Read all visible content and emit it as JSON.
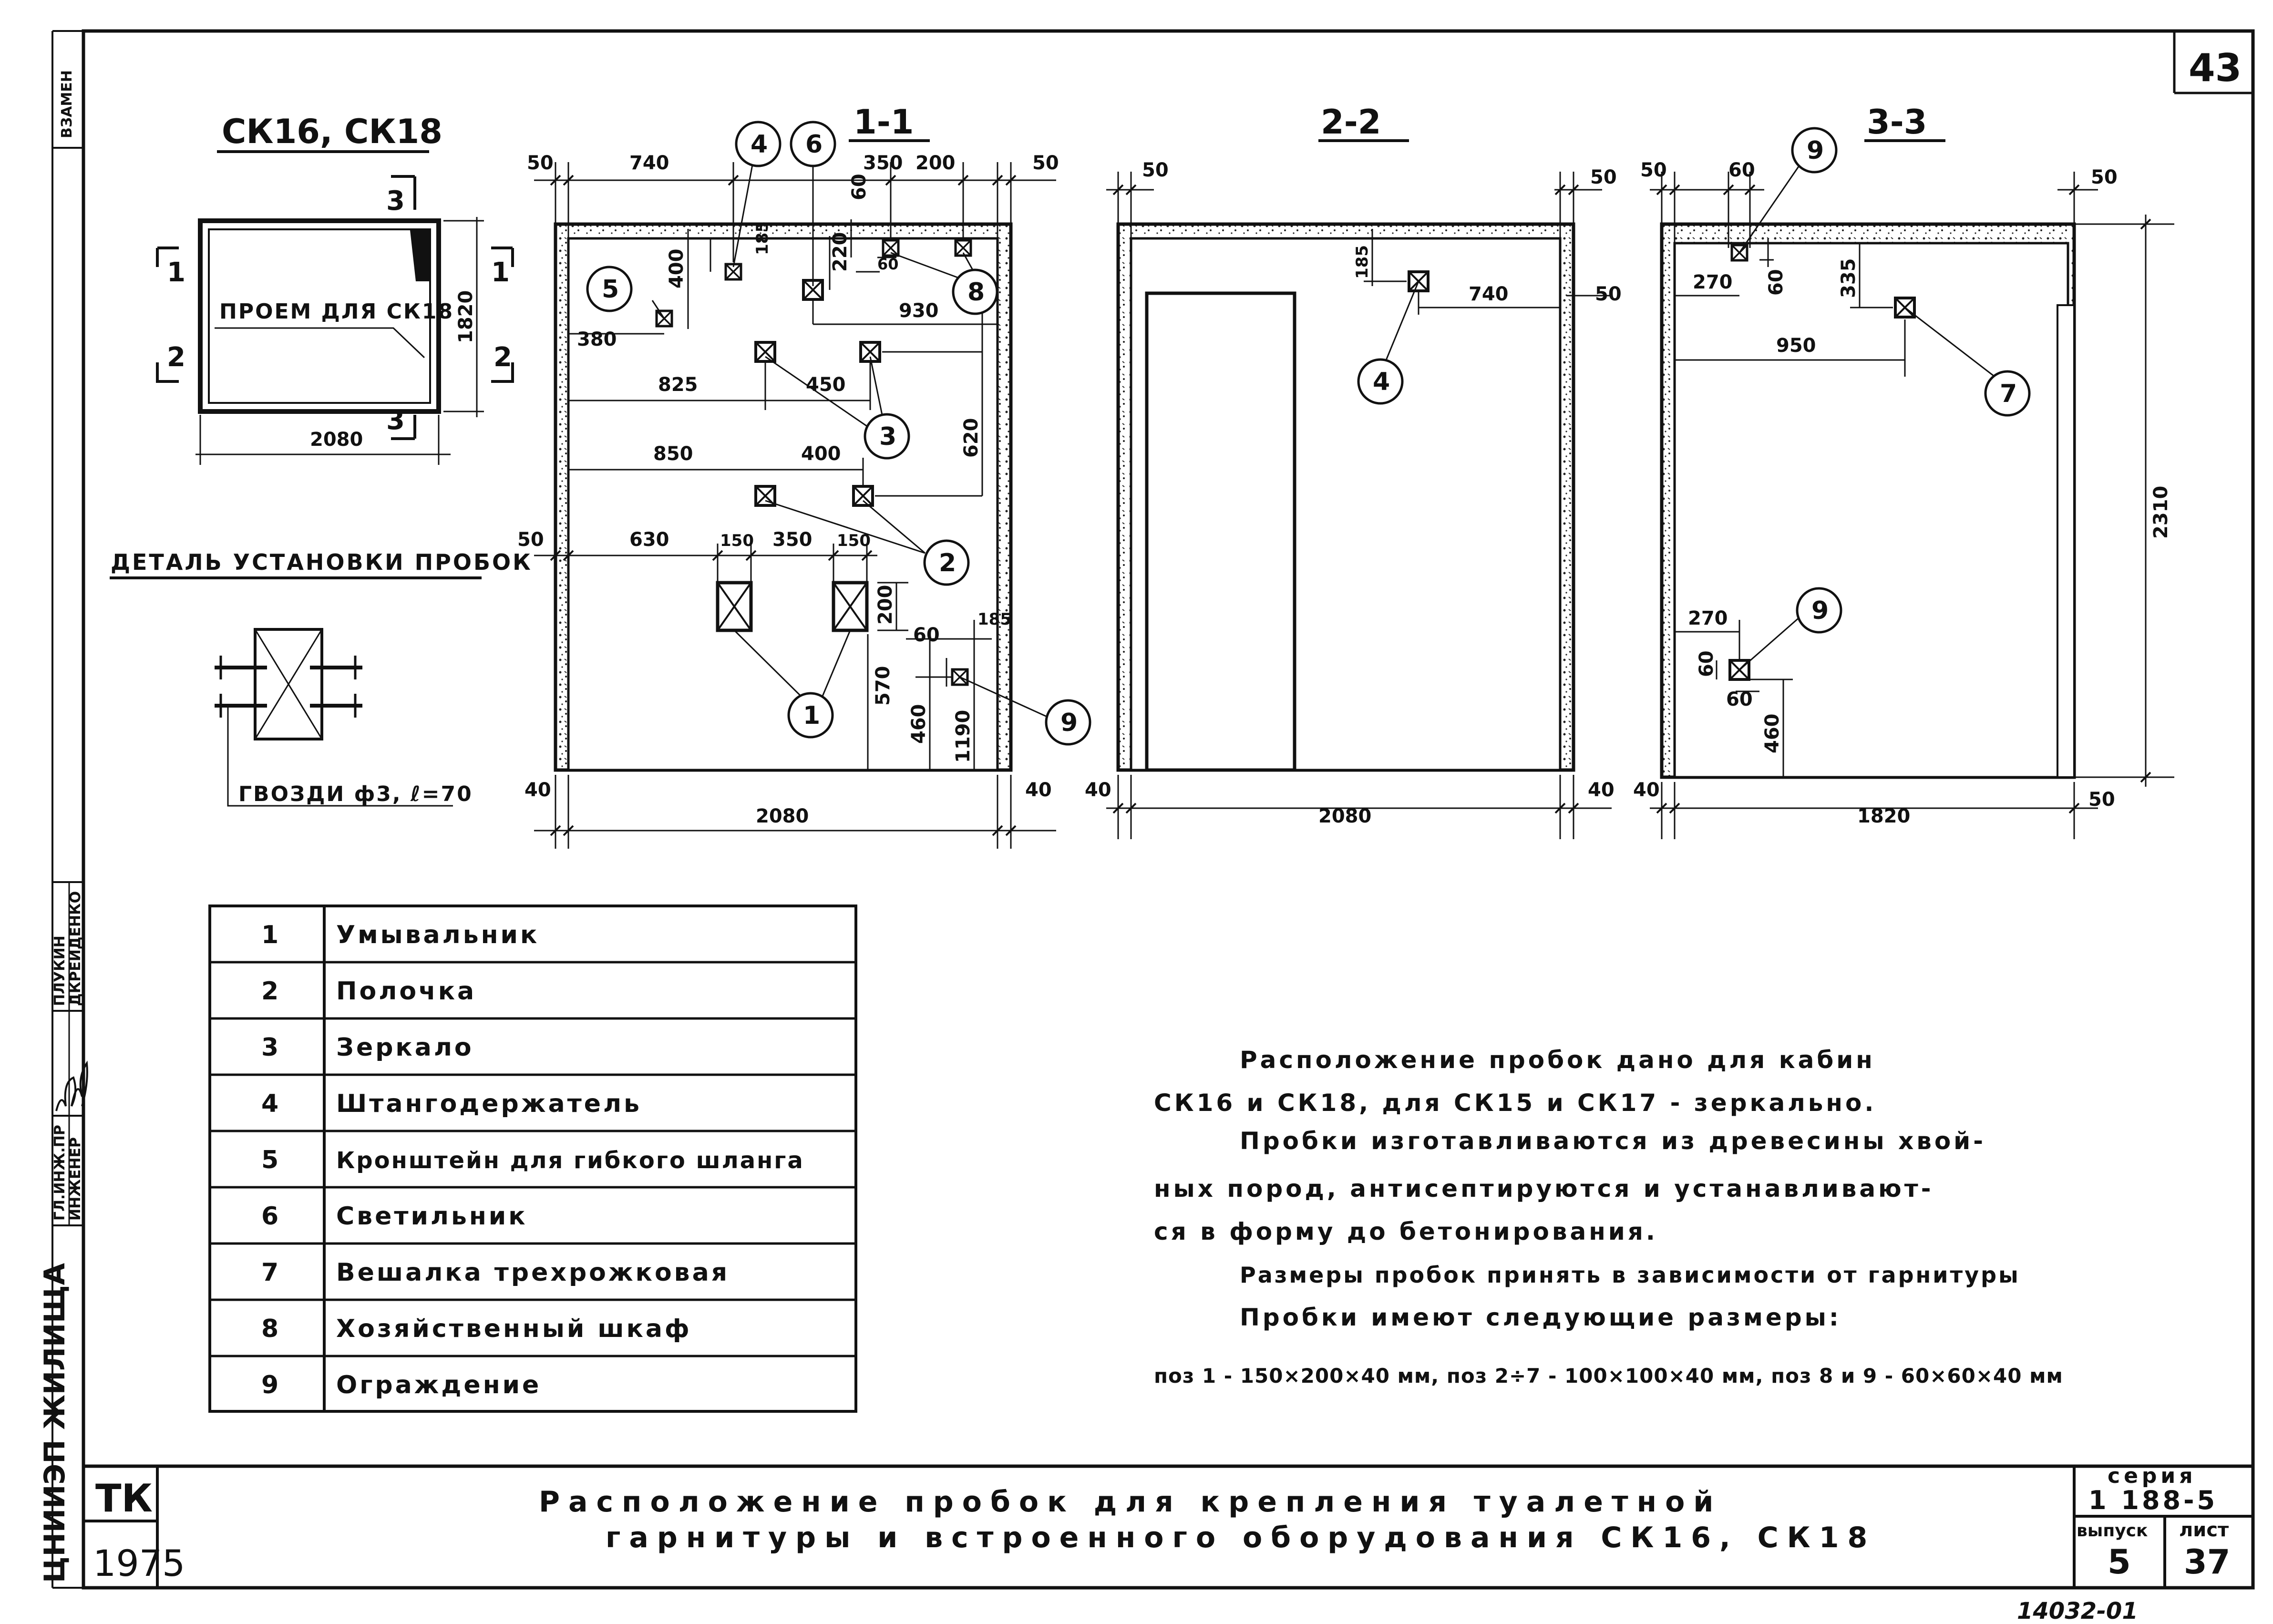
{
  "sheet": {
    "sheet_number": "43",
    "stamp": "14032-01",
    "side_labels": {
      "top": "ВЗАМЕН",
      "org": "ЦНИИЭП ЖИЛИЩА",
      "role1": "ГЛ.ИНЖ.ПР",
      "name1": "ПЛУКИН",
      "role2": "ИНЖЕНЕР",
      "name2": "ДКРЕИДЕНКО"
    }
  },
  "plan": {
    "title": "СК16, СК18",
    "opening_label": "ПРОЕМ ДЛЯ СК18",
    "width": "2080",
    "depth": "1820",
    "section_marks": [
      "1",
      "1",
      "2",
      "2",
      "3",
      "3"
    ]
  },
  "detail": {
    "title": "ДЕТАЛЬ УСТАНОВКИ ПРОБОК",
    "nails": "ГВОЗДИ ф3, ℓ=70"
  },
  "section1": {
    "title": "1-1",
    "dims": {
      "top_left_50": "50",
      "d740": "740",
      "d350": "350",
      "d200": "200",
      "top_right_50": "50",
      "d60": "60",
      "d400": "400",
      "d185": "185",
      "d220": "220",
      "d60b": "60",
      "d930": "930",
      "d380": "380",
      "d825": "825",
      "d450": "450",
      "d620": "620",
      "d850": "850",
      "d400b": "400",
      "left_50": "50",
      "d630": "630",
      "d150": "150",
      "d350b": "350",
      "d150b": "150",
      "d200b": "200",
      "d185b": "185",
      "d60c": "60",
      "d570": "570",
      "d460": "460",
      "d1190": "1190",
      "bot_40l": "40",
      "bot_40r": "40",
      "total": "2080"
    }
  },
  "section2": {
    "title": "2-2",
    "dims": {
      "left_50": "50",
      "right_50": "50",
      "d185": "185",
      "d740": "740",
      "mid_50": "50",
      "bot_40l": "40",
      "bot_40r": "40",
      "total": "2080"
    }
  },
  "section3": {
    "title": "3-3",
    "dims": {
      "left_50": "50",
      "right_50": "50",
      "d60": "60",
      "d270": "270",
      "d60v": "60",
      "d335": "335",
      "d950": "950",
      "d2310": "2310",
      "d270b": "270",
      "d60b": "60",
      "d60c": "60",
      "d460": "460",
      "bot_40": "40",
      "bot_50": "50",
      "total": "1820"
    }
  },
  "callouts": [
    "1",
    "2",
    "3",
    "4",
    "5",
    "6",
    "7",
    "8",
    "9"
  ],
  "legend": [
    {
      "num": "1",
      "name": "Умывальник"
    },
    {
      "num": "2",
      "name": "Полочка"
    },
    {
      "num": "3",
      "name": "Зеркало"
    },
    {
      "num": "4",
      "name": "Штангодержатель"
    },
    {
      "num": "5",
      "name": "Кронштейн для гибкого шланга"
    },
    {
      "num": "6",
      "name": "Светильник"
    },
    {
      "num": "7",
      "name": "Вешалка трехрожковая"
    },
    {
      "num": "8",
      "name": "Хозяйственный шкаф"
    },
    {
      "num": "9",
      "name": "Ограждение"
    }
  ],
  "notes": [
    "Расположение пробок дано для кабин",
    "СК16 и СК18, для СК15 и СК17 - зеркально.",
    "Пробки изготавливаются из древесины хвой-",
    "ных пород, антисептируются и устанавливают-",
    "ся в форму до бетонирования.",
    "Размеры пробок принять в зависимости от гарнитуры",
    "Пробки имеют следующие размеры:",
    "поз 1 - 150×200×40 мм, поз 2÷7 - 100×100×40 мм, поз 8 и 9 - 60×60×40 мм"
  ],
  "title_block": {
    "tk": "ТК",
    "year": "1975",
    "title_line1": "Расположение пробок для крепления туалетной",
    "title_line2": "гарнитуры и встроенного оборудования СК16, СК18",
    "series_label": "серия",
    "series": "1 188-5",
    "issue_label": "выпуск",
    "issue": "5",
    "sheet_label": "лист",
    "sheet": "37"
  }
}
